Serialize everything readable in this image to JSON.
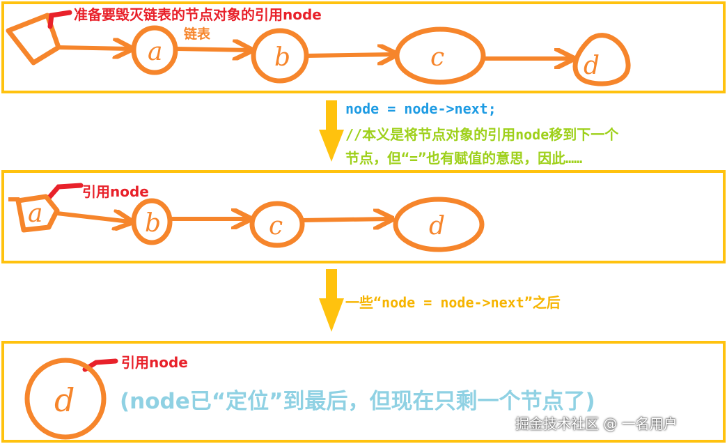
{
  "panel1": {
    "pointer_label": "准备要毁灭链表的节点对象的引用node",
    "list_label": "链表",
    "nodes": [
      "a",
      "b",
      "c",
      "d"
    ]
  },
  "step1": {
    "code": "node = node->next;",
    "comment_line1": "//本义是将节点对象的引用node移到下一个",
    "comment_line2": "节点，但“=”也有赋值的意思，因此……"
  },
  "panel2": {
    "pointer_label": "引用node",
    "nodes": [
      "a",
      "b",
      "c",
      "d"
    ]
  },
  "step2": {
    "text": "一些“node = node->next”之后"
  },
  "panel3": {
    "pointer_label": "引用node",
    "node": "d",
    "note": "(node已“定位”到最后，但现在只剩一个节点了)"
  },
  "watermark": "掘金技术社区 @ 一名用户",
  "colors": {
    "panel_border": "#ffc20e",
    "node_stroke": "#f6852b",
    "pointer_red": "#e8212a",
    "code_blue": "#1d9be3",
    "comment_green": "#9ed01a",
    "step_yellow": "#f6b400",
    "note_cyan": "#8fd1e3",
    "down_arrow": "#ffc20e"
  }
}
